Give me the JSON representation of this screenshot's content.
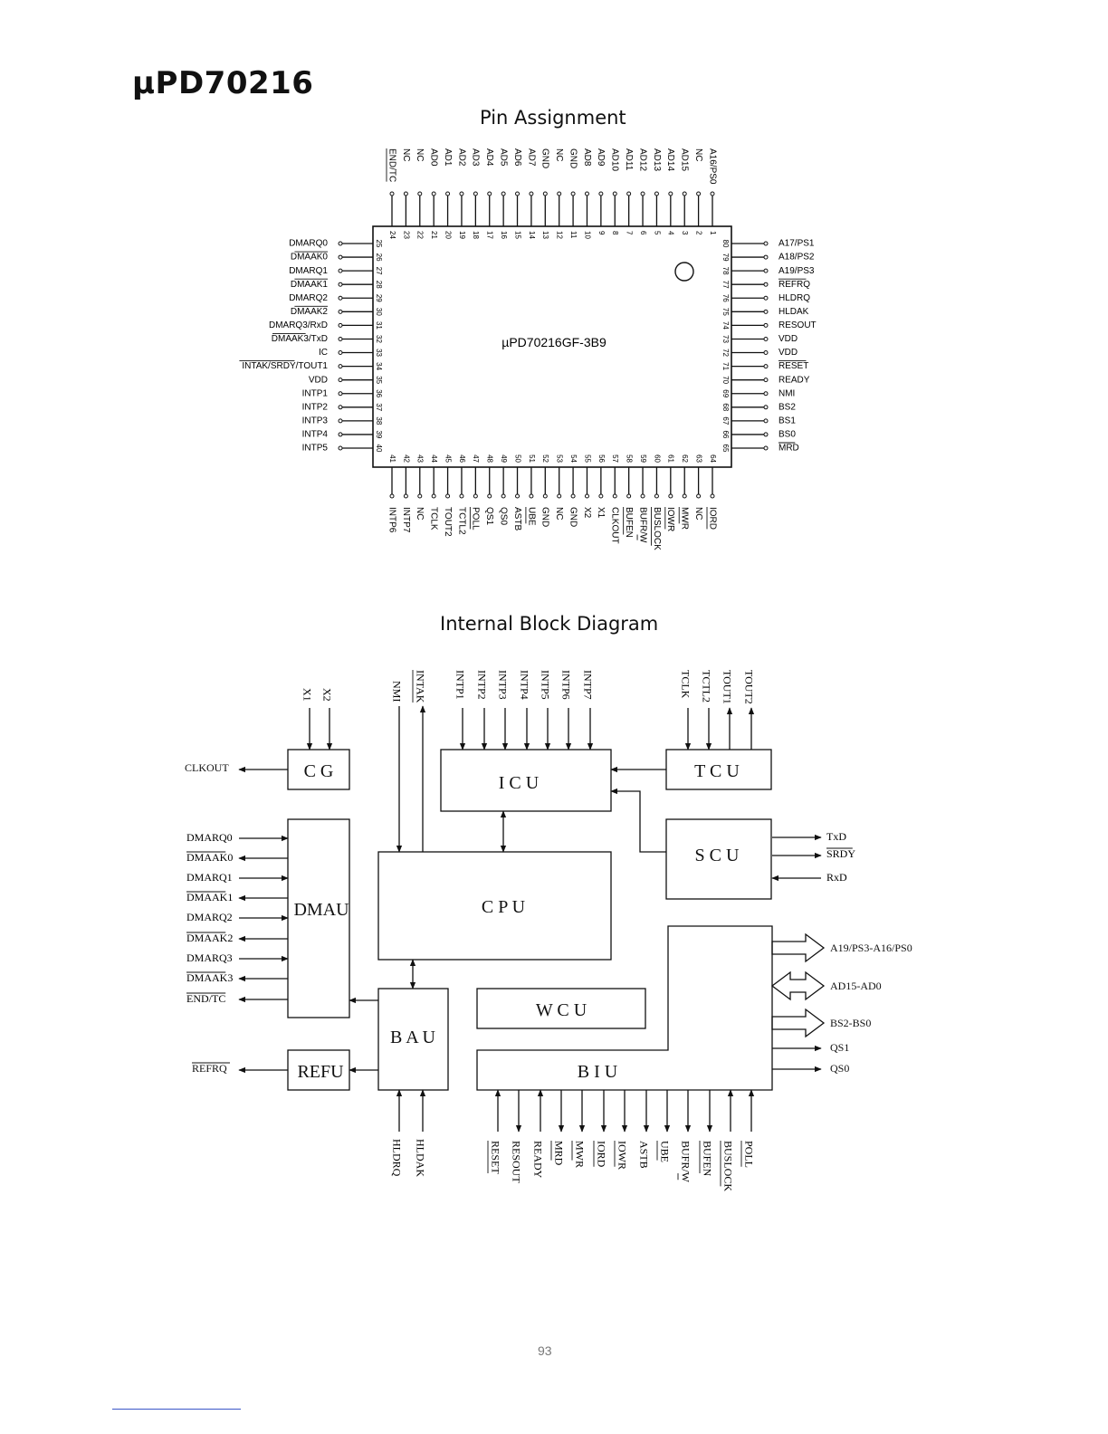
{
  "header": {
    "title": "µPD70216",
    "pin_section": "Pin Assignment",
    "block_section": "Internal Block Diagram",
    "page_number": "93"
  },
  "chip": {
    "name": "µPD70216GF-3B9",
    "top_pins": [
      {
        "num": "24",
        "name": "END/TC",
        "bar": "all"
      },
      {
        "num": "23",
        "name": "NC"
      },
      {
        "num": "22",
        "name": "NC"
      },
      {
        "num": "21",
        "name": "AD0"
      },
      {
        "num": "20",
        "name": "AD1"
      },
      {
        "num": "19",
        "name": "AD2"
      },
      {
        "num": "18",
        "name": "AD3"
      },
      {
        "num": "17",
        "name": "AD4"
      },
      {
        "num": "16",
        "name": "AD5"
      },
      {
        "num": "15",
        "name": "AD6"
      },
      {
        "num": "14",
        "name": "AD7"
      },
      {
        "num": "13",
        "name": "GND"
      },
      {
        "num": "12",
        "name": "NC"
      },
      {
        "num": "11",
        "name": "GND"
      },
      {
        "num": "10",
        "name": "AD8"
      },
      {
        "num": "9",
        "name": "AD9"
      },
      {
        "num": "8",
        "name": "AD10"
      },
      {
        "num": "7",
        "name": "AD11"
      },
      {
        "num": "6",
        "name": "AD12"
      },
      {
        "num": "5",
        "name": "AD13"
      },
      {
        "num": "4",
        "name": "AD14"
      },
      {
        "num": "3",
        "name": "AD15"
      },
      {
        "num": "2",
        "name": "NC"
      },
      {
        "num": "1",
        "name": "A16/PS0"
      }
    ],
    "left_pins": [
      {
        "num": "25",
        "name": "DMARQ0"
      },
      {
        "num": "26",
        "name": "DMAAK0",
        "bar": "all"
      },
      {
        "num": "27",
        "name": "DMARQ1"
      },
      {
        "num": "28",
        "name": "DMAAK1",
        "bar": "all"
      },
      {
        "num": "29",
        "name": "DMARQ2"
      },
      {
        "num": "30",
        "name": "DMAAK2",
        "bar": "all"
      },
      {
        "num": "31",
        "name": "DMARQ3/RxD"
      },
      {
        "num": "32",
        "name": "DMAAK3/TxD",
        "bar": "first"
      },
      {
        "num": "33",
        "name": "IC"
      },
      {
        "num": "34",
        "name": "INTAK/SRDY/TOUT1",
        "bar": "two"
      },
      {
        "num": "35",
        "name": "VDD"
      },
      {
        "num": "36",
        "name": "INTP1"
      },
      {
        "num": "37",
        "name": "INTP2"
      },
      {
        "num": "38",
        "name": "INTP3"
      },
      {
        "num": "39",
        "name": "INTP4"
      },
      {
        "num": "40",
        "name": "INTP5"
      }
    ],
    "right_pins": [
      {
        "num": "80",
        "name": "A17/PS1"
      },
      {
        "num": "79",
        "name": "A18/PS2"
      },
      {
        "num": "78",
        "name": "A19/PS3"
      },
      {
        "num": "77",
        "name": "REFRQ",
        "bar": "all"
      },
      {
        "num": "76",
        "name": "HLDRQ"
      },
      {
        "num": "75",
        "name": "HLDAK"
      },
      {
        "num": "74",
        "name": "RESOUT"
      },
      {
        "num": "73",
        "name": "VDD"
      },
      {
        "num": "72",
        "name": "VDD"
      },
      {
        "num": "71",
        "name": "RESET",
        "bar": "all"
      },
      {
        "num": "70",
        "name": "READY"
      },
      {
        "num": "69",
        "name": "NMI"
      },
      {
        "num": "68",
        "name": "BS2"
      },
      {
        "num": "67",
        "name": "BS1"
      },
      {
        "num": "66",
        "name": "BS0"
      },
      {
        "num": "65",
        "name": "MRD",
        "bar": "all"
      }
    ],
    "bottom_pins": [
      {
        "num": "41",
        "name": "INTP6"
      },
      {
        "num": "42",
        "name": "INTP7"
      },
      {
        "num": "43",
        "name": "NC"
      },
      {
        "num": "44",
        "name": "TCLK"
      },
      {
        "num": "45",
        "name": "TOUT2"
      },
      {
        "num": "46",
        "name": "TCTL2"
      },
      {
        "num": "47",
        "name": "POLL",
        "bar": "all"
      },
      {
        "num": "48",
        "name": "QS1"
      },
      {
        "num": "49",
        "name": "QS0"
      },
      {
        "num": "50",
        "name": "ASTB"
      },
      {
        "num": "51",
        "name": "UBE",
        "bar": "all"
      },
      {
        "num": "52",
        "name": "GND"
      },
      {
        "num": "53",
        "name": "NC"
      },
      {
        "num": "54",
        "name": "GND"
      },
      {
        "num": "55",
        "name": "X2"
      },
      {
        "num": "56",
        "name": "X1"
      },
      {
        "num": "57",
        "name": "CLKOUT"
      },
      {
        "num": "58",
        "name": "BUFEN",
        "bar": "all"
      },
      {
        "num": "59",
        "name": "BUFR/W",
        "bar": "w"
      },
      {
        "num": "60",
        "name": "BUSLOCK",
        "bar": "all"
      },
      {
        "num": "61",
        "name": "IOWR",
        "bar": "all"
      },
      {
        "num": "62",
        "name": "MWR",
        "bar": "all"
      },
      {
        "num": "63",
        "name": "NC"
      },
      {
        "num": "64",
        "name": "IORD",
        "bar": "all"
      }
    ]
  },
  "blocks": {
    "cg": "C G",
    "icu": "I C U",
    "tcu": "T C U",
    "scu": "S C U",
    "dmau": "DMAU",
    "cpu": "C P U",
    "bau": "B A U",
    "wcu": "W C U",
    "biu": "B I U",
    "refu": "REFU"
  },
  "signals": {
    "clkout": "CLKOUT",
    "refrq": "REFRQ",
    "x_inputs": [
      "X1",
      "X2"
    ],
    "nmi": "NMI",
    "intak": "INTAK",
    "intp": [
      "INTP1",
      "INTP2",
      "INTP3",
      "INTP4",
      "INTP5",
      "INTP6",
      "INTP7"
    ],
    "tcu": [
      "TCLK",
      "TCTL2",
      "TOUT1",
      "TOUT2"
    ],
    "scu": [
      "TxD",
      "SRDY",
      "RxD"
    ],
    "dma": [
      "DMARQ0",
      "DMAAK0",
      "DMARQ1",
      "DMAAK1",
      "DMARQ2",
      "DMAAK2",
      "DMARQ3",
      "DMAAK3",
      "END/TC"
    ],
    "biu_right": [
      "A19/PS3-A16/PS0",
      "AD15-AD0",
      "BS2-BS0",
      "QS1",
      "QS0"
    ],
    "hold": [
      "HLDRQ",
      "HLDAK"
    ],
    "biu_bottom": [
      "RESET",
      "RESOUT",
      "READY",
      "MRD",
      "MWR",
      "IORD",
      "IOWR",
      "ASTB",
      "UBE",
      "BUFR/W",
      "BUFEN",
      "BUSLOCK",
      "POLL"
    ]
  }
}
